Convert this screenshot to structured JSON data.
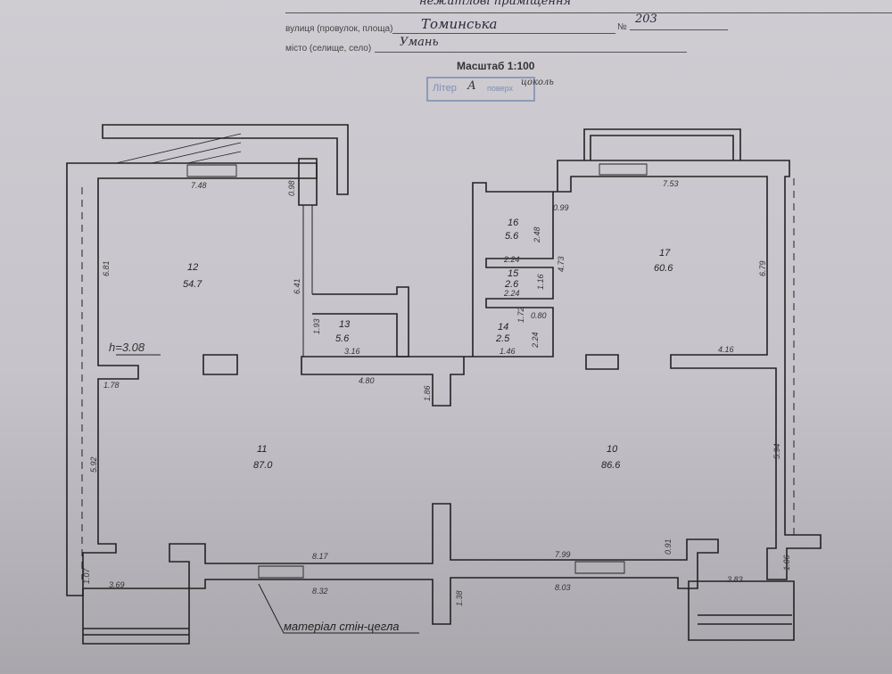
{
  "header": {
    "purpose_value": "нежитлові приміщення",
    "street_label": "вулиця (провулок, площа)",
    "street_value": "Томинська",
    "number_label": "№",
    "number_value": "203",
    "city_label": "місто (селище, село)",
    "city_value": "Умань",
    "scale": "Масштаб 1:100",
    "stamp": {
      "letter_label": "Літер",
      "letter_value": "А",
      "floor_label": "поверх",
      "floor_value": "цоколь"
    }
  },
  "rooms": [
    {
      "number": "12",
      "area": "54.7"
    },
    {
      "number": "13",
      "area": "5.6"
    },
    {
      "number": "16",
      "area": "5.6"
    },
    {
      "number": "15",
      "area": "2.6"
    },
    {
      "number": "14",
      "area": "2.5"
    },
    {
      "number": "17",
      "area": "60.6"
    },
    {
      "number": "11",
      "area": "87.0"
    },
    {
      "number": "10",
      "area": "86.6"
    }
  ],
  "dimensions": [
    "7.48",
    "0.98",
    "6.81",
    "6.41",
    "1.93",
    "3.16",
    "4.80",
    "1.86",
    "1.78",
    "5.92",
    "1.07",
    "3.69",
    "8.17",
    "8.32",
    "1.38",
    "7.99",
    "8.03",
    "0.91",
    "3.83",
    "1.06",
    "5.94",
    "4.16",
    "6.79",
    "7.53",
    "0.99",
    "2.48",
    "2.24",
    "4.73",
    "1.16",
    "2.24",
    "0.80",
    "1.72",
    "2.24",
    "1.46"
  ],
  "ceiling_height": "h=3.08",
  "material_note": "матеріал стін-цегла"
}
